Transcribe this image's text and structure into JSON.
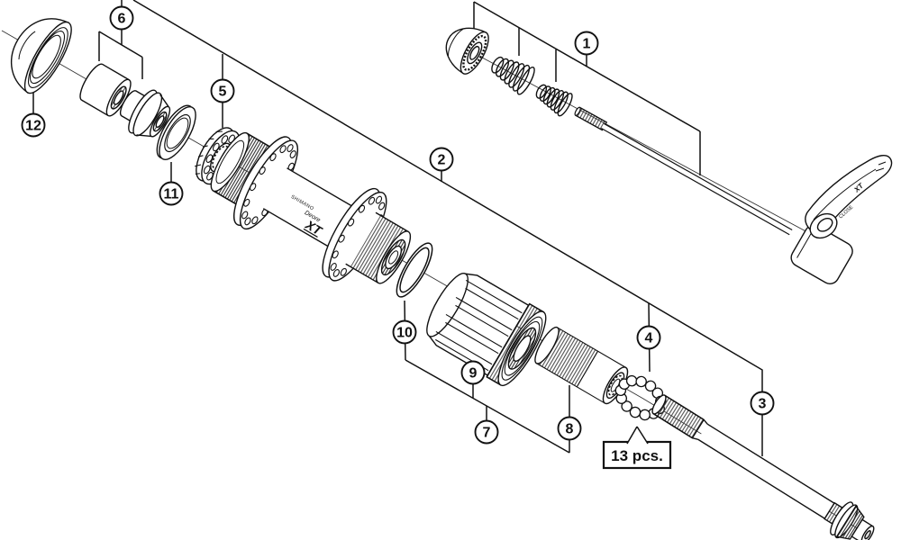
{
  "diagram": {
    "background": "#ffffff",
    "line_color": "#111111",
    "callouts": [
      "1",
      "2",
      "3",
      "4",
      "5",
      "6",
      "7",
      "8",
      "9",
      "10",
      "11",
      "12"
    ],
    "bearing_note": "13 pcs.",
    "hub_logo": {
      "brand": "SHIMANO",
      "series": "Deore",
      "model": "XT"
    },
    "lever_markings": {
      "logo": "XT",
      "action": "CLOSE"
    }
  }
}
